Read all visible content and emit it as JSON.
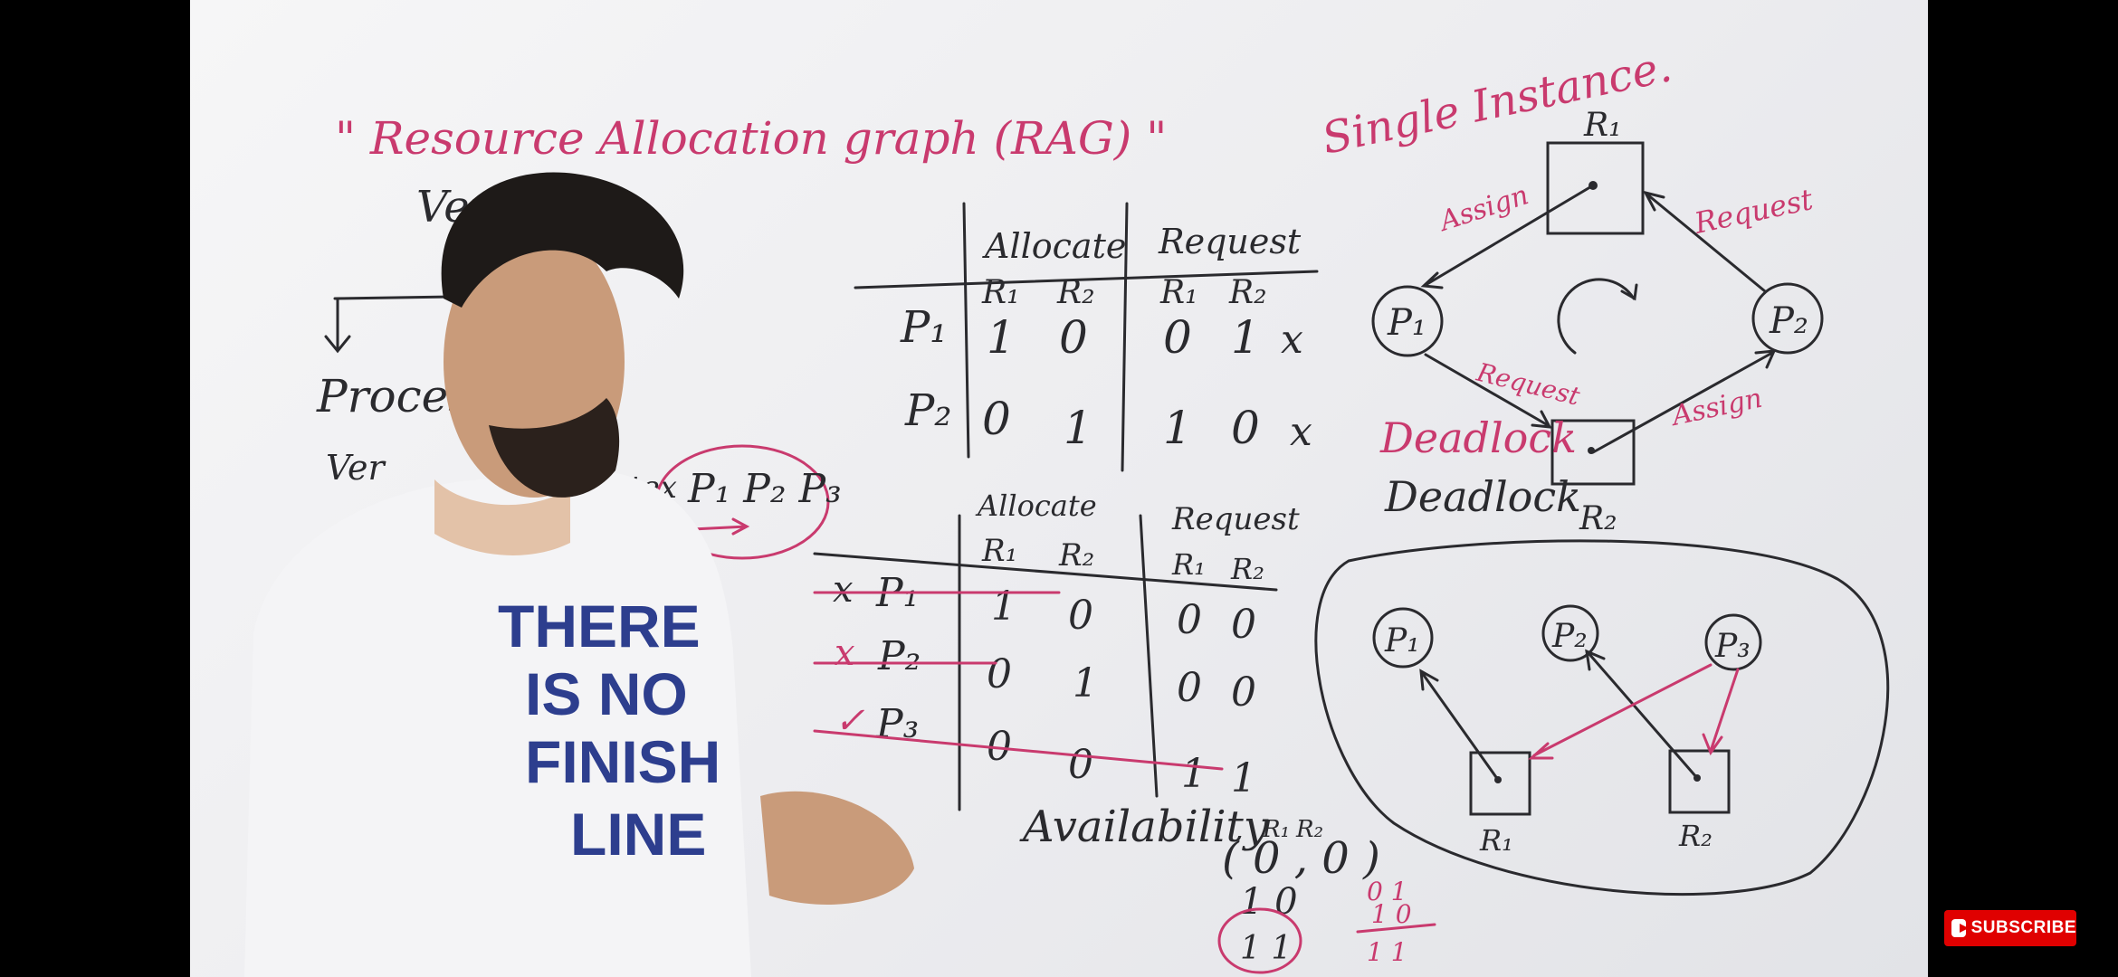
{
  "board": {
    "title": "\" Resource Allocation graph (RAG) \"",
    "vertex_fragment": "Ver",
    "process_fragment": "Process",
    "vertex_fragment2": "Ver",
    "vertex_fragment3": "tex",
    "single_instance": "Single Instance.",
    "table1": {
      "allocate": "Allocate",
      "request": "Request",
      "r1": "R₁",
      "r2": "R₂",
      "rows": [
        {
          "p": "P₁",
          "a1": "1",
          "a2": "0",
          "q1": "0",
          "q2": "1",
          "mark": "x"
        },
        {
          "p": "P₂",
          "a1": "0",
          "a2": "1",
          "q1": "1",
          "q2": "0",
          "mark": "x"
        }
      ]
    },
    "order": "P₁ P₂ P₃",
    "table2": {
      "allocate": "Allocate",
      "request": "Request",
      "r1": "R₁",
      "r2": "R₂",
      "rows": [
        {
          "mark": "x",
          "p": "P₁",
          "a1": "1",
          "a2": "0",
          "q1": "0",
          "q2": "0"
        },
        {
          "mark": "x",
          "p": "P₂",
          "a1": "0",
          "a2": "1",
          "q1": "0",
          "q2": "0"
        },
        {
          "mark": "✓",
          "p": "P₃",
          "a1": "0",
          "a2": "0",
          "q1": "1",
          "q2": "1"
        }
      ]
    },
    "availability": "Availability",
    "avail_r1": "R₁",
    "avail_r2": "R₂",
    "avail_values": "( 0 , 0 )",
    "avail_add": "1  0",
    "avail_sum": "1  1",
    "side_add": "1  0",
    "side_top": "0  1",
    "side_sum": "1  1",
    "graph1": {
      "r1": "R₁",
      "r2": "R₂",
      "p1": "P₁",
      "p2": "P₂",
      "assign1": "Assign",
      "request1": "Request",
      "request2": "Request",
      "assign2": "Assign",
      "deadlock_red": "Deadlock",
      "deadlock_black": "Deadlock"
    },
    "graph2": {
      "p1": "P₁",
      "p2": "P₂",
      "p3": "P₃",
      "r1": "R₁",
      "r2": "R₂"
    }
  },
  "shirt": {
    "lines": [
      "THERE",
      "IS NO",
      "FINISH",
      "LINE"
    ]
  },
  "subscribe": {
    "label": "SUBSCRIBE"
  },
  "colors": {
    "ink_red": "#c93a6e",
    "ink_black": "#2a2a2e",
    "board": "#eeeef0",
    "subscribe_red": "#e00000"
  }
}
